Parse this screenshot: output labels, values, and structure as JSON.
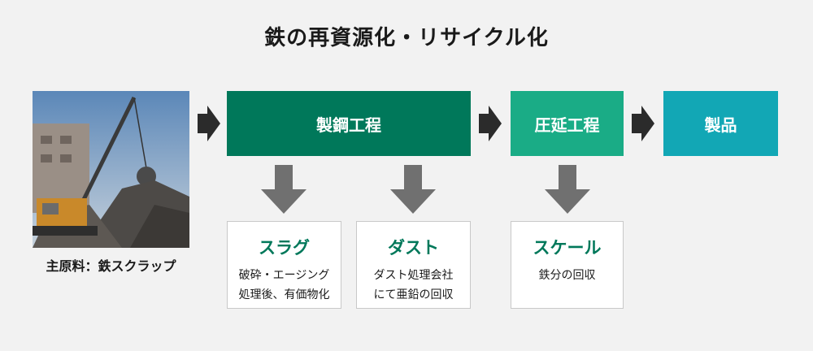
{
  "title": "鉄の再資源化・リサイクル化",
  "source": {
    "caption": "主原料：鉄スクラップ"
  },
  "processes": {
    "steelmaking": "製鋼工程",
    "rolling": "圧延工程",
    "product": "製品"
  },
  "byproducts": [
    {
      "title": "スラグ",
      "lines": [
        "破砕・エージング",
        "処理後、有価物化"
      ]
    },
    {
      "title": "ダスト",
      "lines": [
        "ダスト処理会社",
        "にて亜鉛の回収"
      ]
    },
    {
      "title": "スケール",
      "lines": [
        "鉄分の回収"
      ]
    }
  ],
  "colors": {
    "steelmaking": "#00785a",
    "rolling": "#1aac86",
    "product": "#12a7b5",
    "arrow_dark": "#2b2b2b",
    "arrow_gray": "#707070"
  }
}
